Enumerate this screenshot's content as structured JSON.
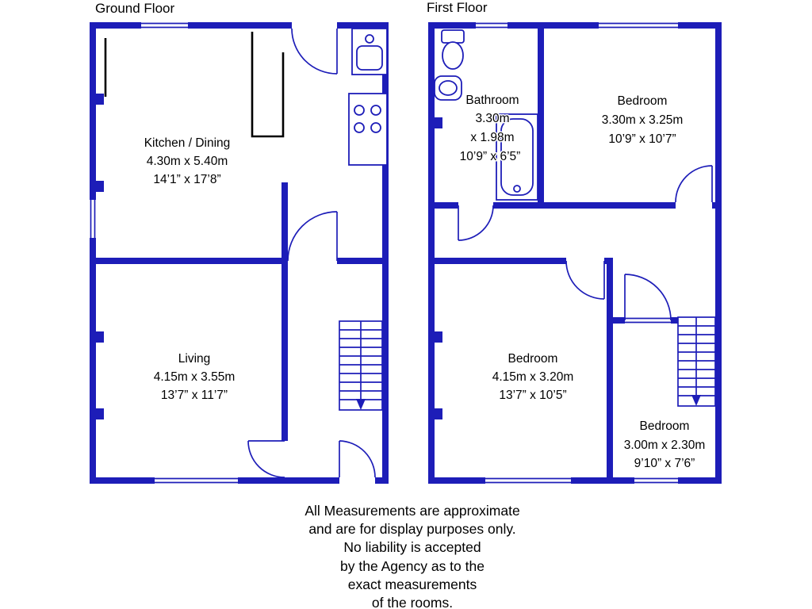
{
  "colors": {
    "wall": "#1d1db8",
    "counter": "#000000",
    "text": "#000000"
  },
  "ground_floor": {
    "label": "Ground Floor",
    "rooms": {
      "kitchen": {
        "name": "Kitchen / Dining",
        "metric": "4.30m x 5.40m",
        "imperial": "14’1” x 17’8”"
      },
      "living": {
        "name": "Living",
        "metric": "4.15m x 3.55m",
        "imperial": "13’7” x 11’7”"
      }
    }
  },
  "first_floor": {
    "label": "First Floor",
    "rooms": {
      "bathroom": {
        "name": "Bathroom",
        "metric_1": "3.30m",
        "metric_2": "x 1.98m",
        "imperial": "10’9” x 6’5”"
      },
      "bedroom_1": {
        "name": "Bedroom",
        "metric": "3.30m x 3.25m",
        "imperial": "10’9” x 10’7”"
      },
      "bedroom_2": {
        "name": "Bedroom",
        "metric": "4.15m x 3.20m",
        "imperial": "13’7” x 10’5”"
      },
      "bedroom_3": {
        "name": "Bedroom",
        "metric": "3.00m x 2.30m",
        "imperial": "9’10” x 7’6”"
      }
    }
  },
  "disclaimer": [
    "All Measurements are approximate",
    "and are for  display purposes only.",
    "No liability is accepted",
    "by the Agency as to the",
    "exact measurements",
    "of the rooms."
  ]
}
